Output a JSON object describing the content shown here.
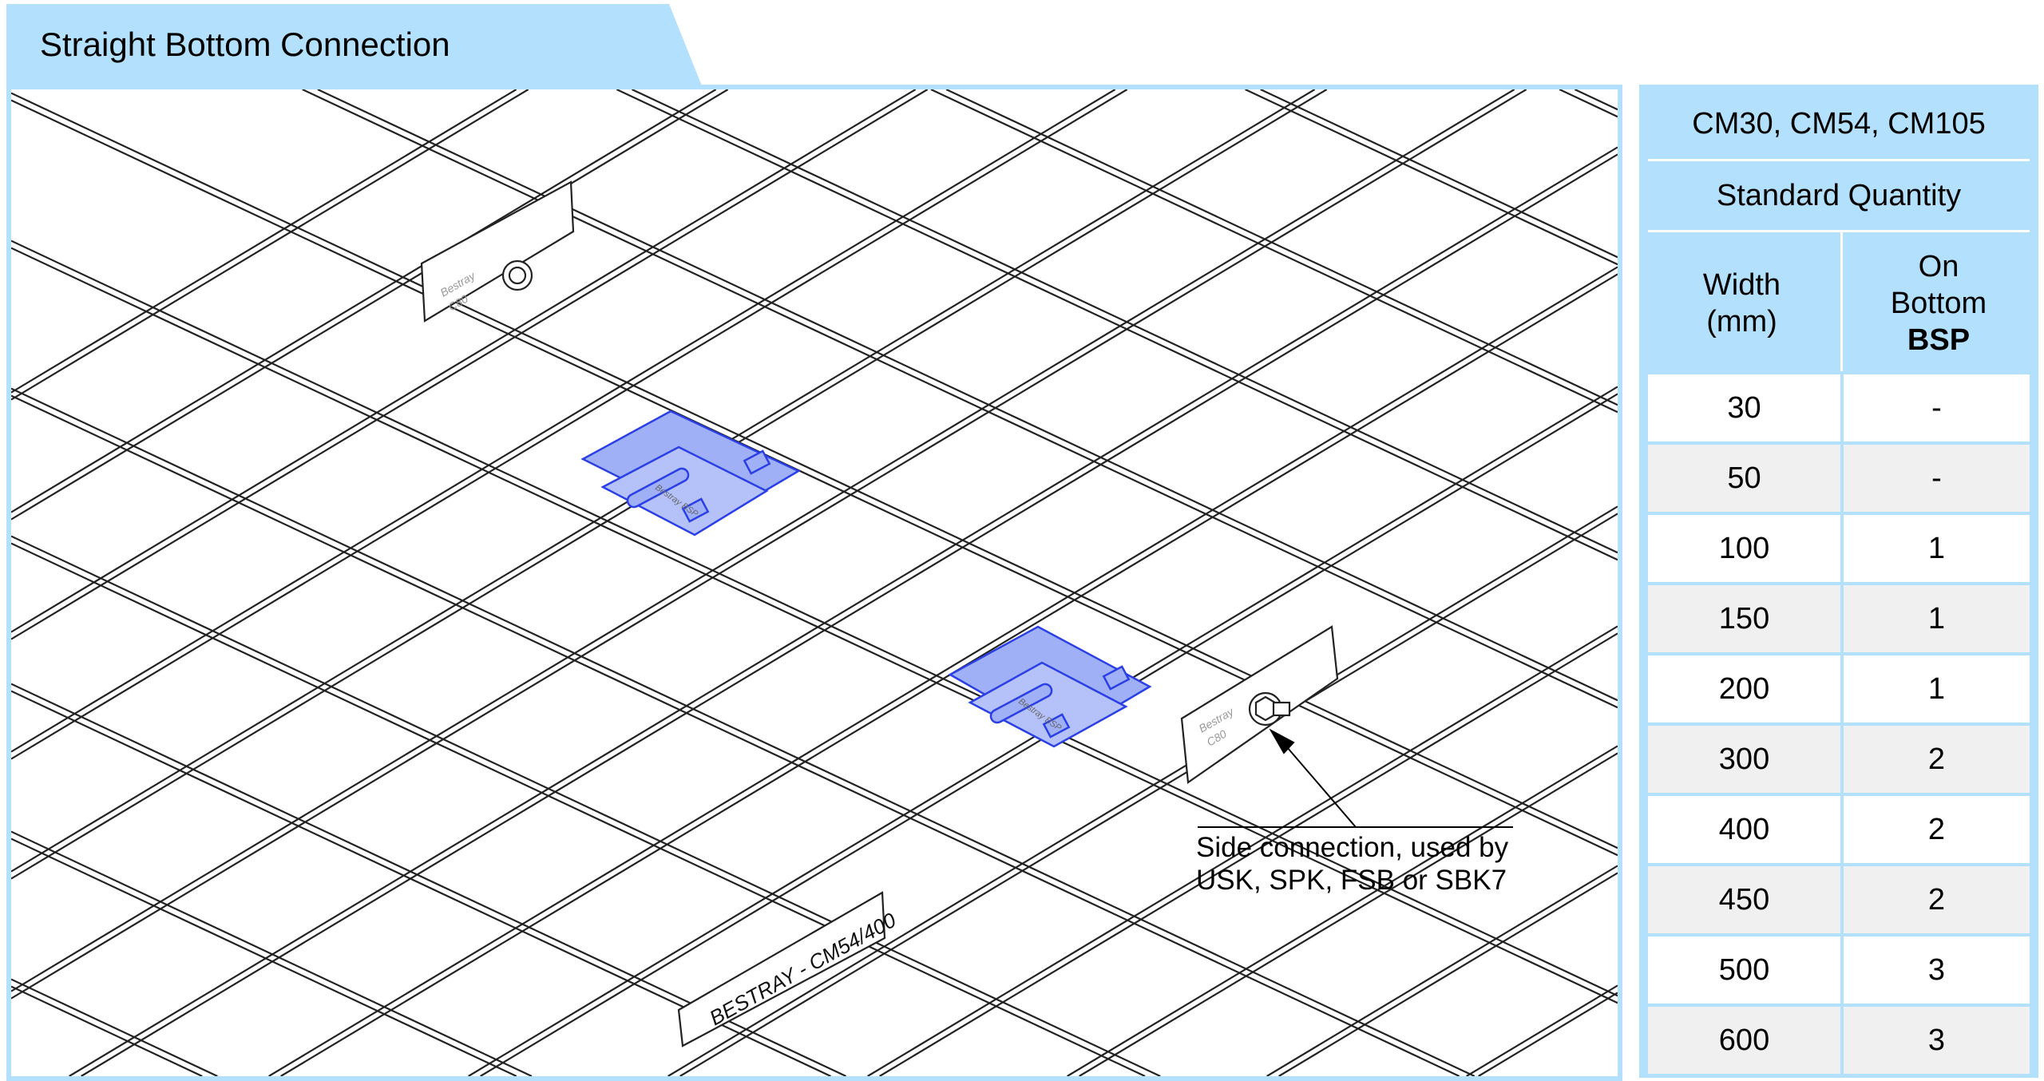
{
  "header": {
    "title": "Straight Bottom Connection"
  },
  "drawing": {
    "connector_label_top": [
      "Bestray",
      "C80"
    ],
    "connector_label_side": [
      "Bestray",
      "C80"
    ],
    "clip_label": "Bestray BSP",
    "plate_label": "BESTRAY - CM54/400",
    "annotation": {
      "line1": "Side connection, used by",
      "line2": "USK, SPK, FSB or SBK7"
    }
  },
  "table": {
    "title": "CM30, CM54, CM105",
    "subtitle": "Standard Quantity",
    "col1": {
      "line1": "Width",
      "line2": "(mm)"
    },
    "col2": {
      "line1": "On",
      "line2": "Bottom",
      "line3": "BSP"
    },
    "rows": [
      {
        "width": "30",
        "qty": "-"
      },
      {
        "width": "50",
        "qty": "-"
      },
      {
        "width": "100",
        "qty": "1"
      },
      {
        "width": "150",
        "qty": "1"
      },
      {
        "width": "200",
        "qty": "1"
      },
      {
        "width": "300",
        "qty": "2"
      },
      {
        "width": "400",
        "qty": "2"
      },
      {
        "width": "450",
        "qty": "2"
      },
      {
        "width": "500",
        "qty": "3"
      },
      {
        "width": "600",
        "qty": "3"
      }
    ]
  },
  "colors": {
    "accent": "#b3e0fd",
    "clip_fill": "#9fb0f7",
    "clip_stroke": "#2b3fe6",
    "row_alt": "#f0f0f0"
  }
}
